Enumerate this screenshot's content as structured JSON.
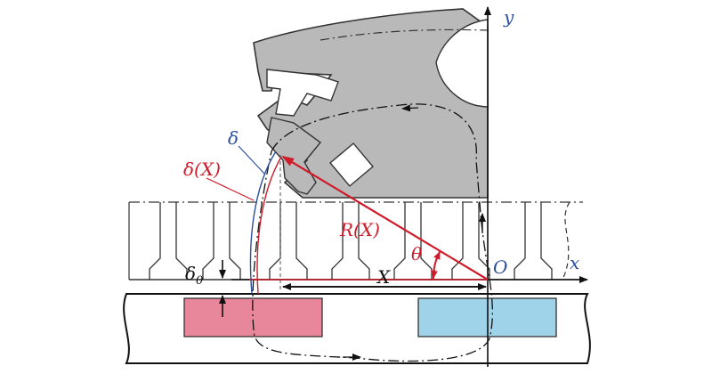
{
  "labels": {
    "y_axis": "y",
    "x_axis": "x",
    "origin": "O",
    "delta": "δ",
    "delta_x": "δ(X)",
    "r_x": "R(X)",
    "theta": "θ",
    "big_x": "X",
    "delta0_base": "δ",
    "delta0_sub": "0"
  },
  "colors": {
    "rotor_fill": "#b9b9b9",
    "stator_line": "#333333",
    "magnet_red": "#e8869c",
    "magnet_blue": "#9fd3ea",
    "red": "#d01c2a",
    "blue": "#2b4f9e",
    "text_black": "#111111"
  }
}
